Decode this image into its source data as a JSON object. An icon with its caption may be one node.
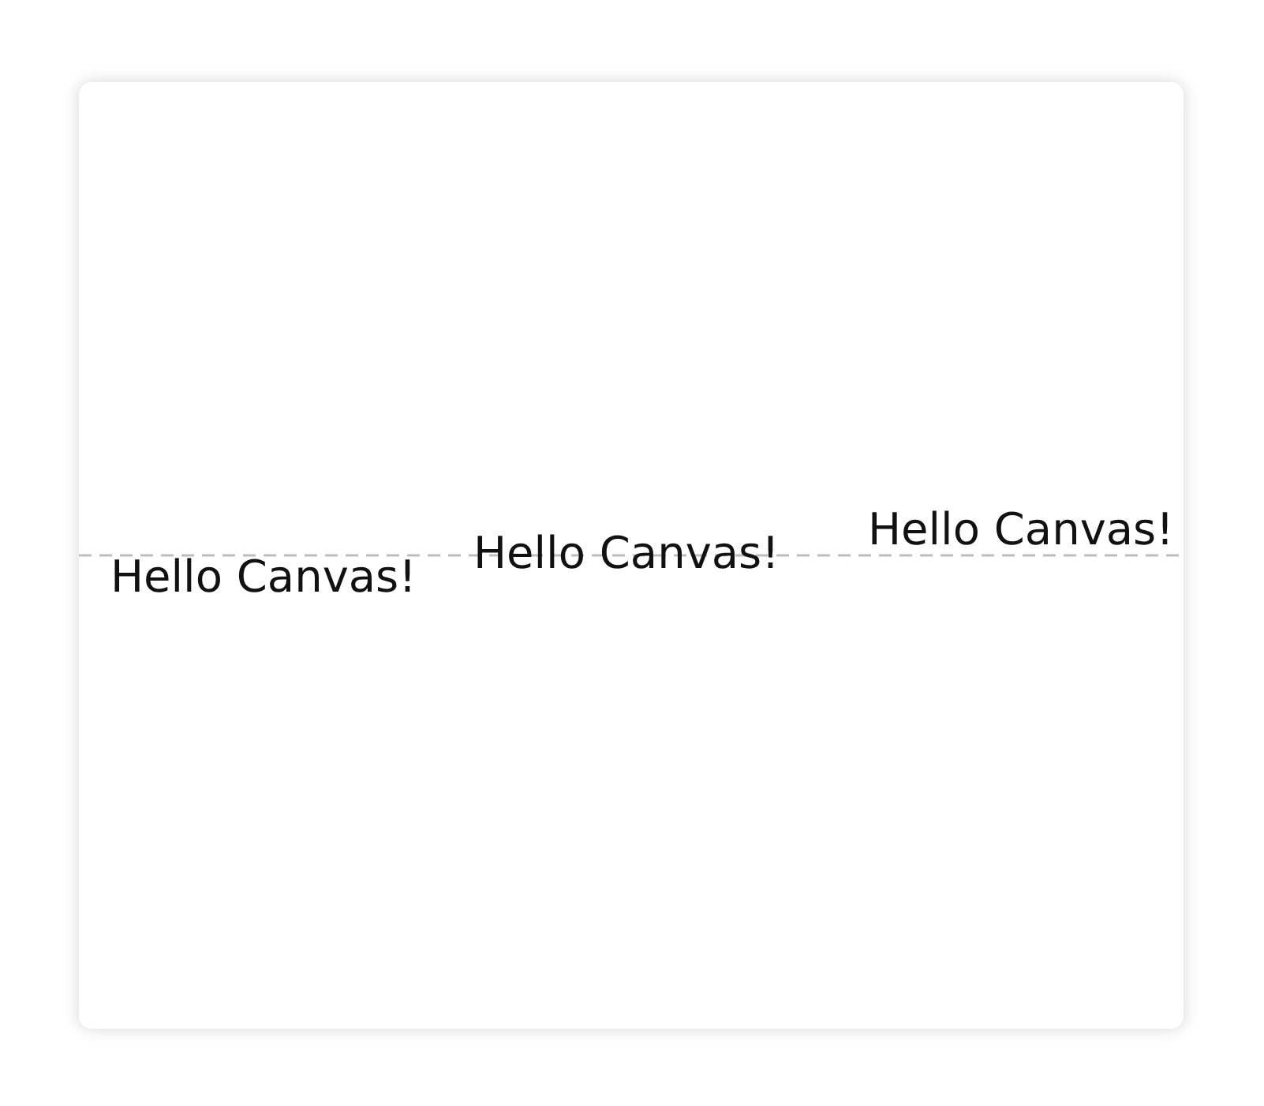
{
  "diagram": {
    "labels": [
      "Hello Canvas!",
      "Hello Canvas!",
      "Hello Canvas!"
    ]
  }
}
